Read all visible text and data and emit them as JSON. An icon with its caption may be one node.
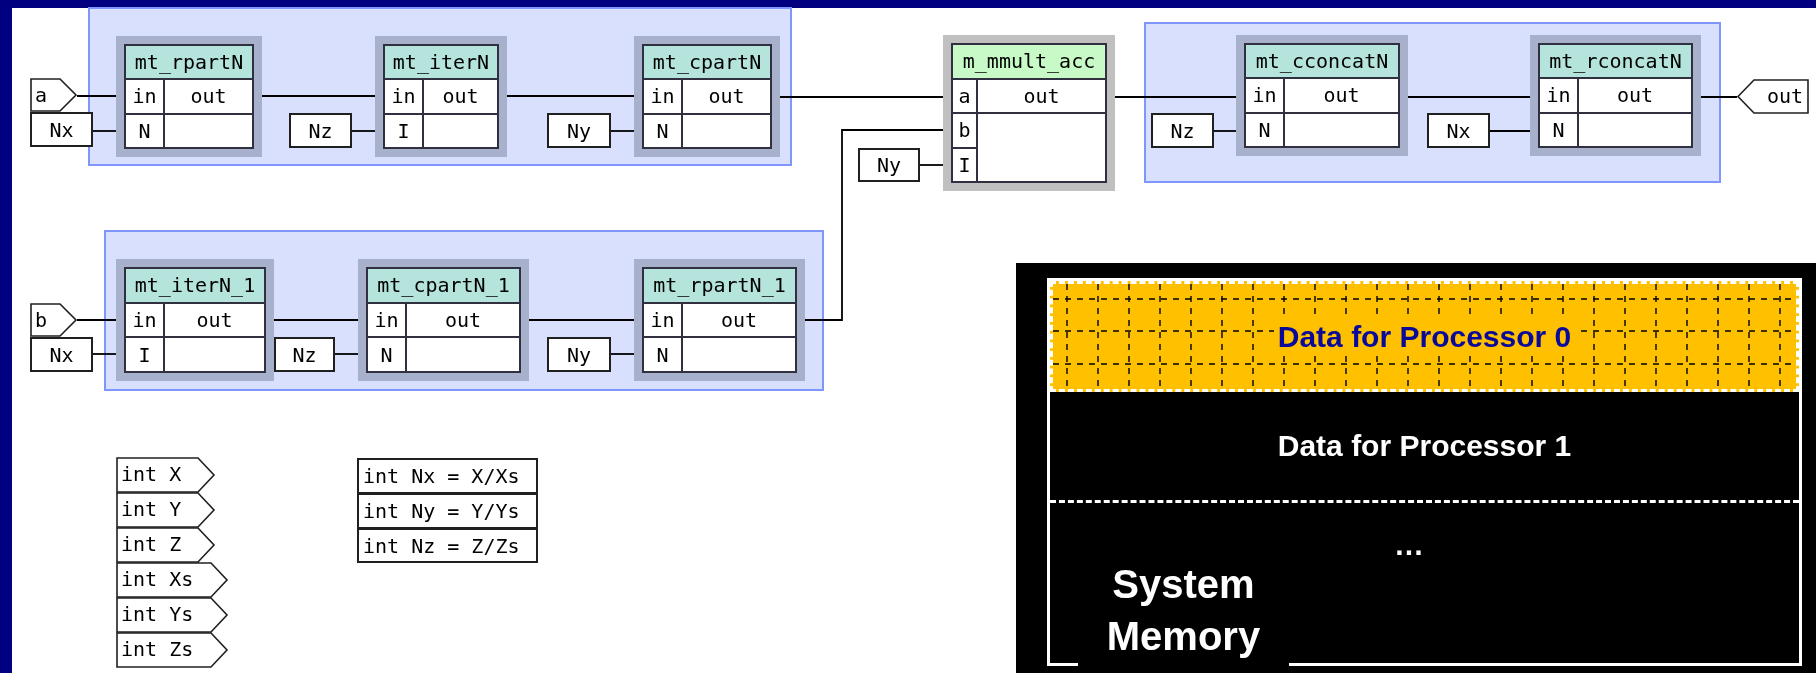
{
  "diagram": {
    "nodes": [
      {
        "text": [],
        "shape": "box"
      },
      {
        "text": [
          "a"
        ]
      },
      {
        "text": [
          "Nx"
        ]
      },
      {
        "text": [
          "mt_rpartN",
          "in",
          "out",
          "N"
        ],
        "in": 0
      },
      {
        "text": [
          "Nz"
        ],
        "in": 0
      },
      {
        "text": [
          "mt_iterN",
          "in",
          "out",
          "I"
        ],
        "in": 0
      },
      {
        "text": [
          "Ny"
        ],
        "in": 0
      },
      {
        "text": [
          "mt_cpartN",
          "in",
          "out",
          "N"
        ],
        "in": 0
      },
      {
        "text": [
          "m_mmult_acc",
          "a",
          "out",
          "b",
          "I"
        ]
      },
      {
        "text": [
          "Ny"
        ]
      },
      {
        "text": [],
        "shape": "box"
      },
      {
        "text": [
          "Nz"
        ],
        "in": 10
      },
      {
        "text": [
          "mt_cconcatN",
          "in",
          "out",
          "N"
        ],
        "in": 10
      },
      {
        "text": [
          "Nx"
        ],
        "in": 10
      },
      {
        "text": [
          "mt_rconcatN",
          "in",
          "out",
          "N"
        ],
        "in": 10
      },
      {
        "text": [
          "out"
        ]
      },
      {
        "text": [],
        "shape": "box"
      },
      {
        "text": [
          "b"
        ]
      },
      {
        "text": [
          "Nx"
        ]
      },
      {
        "text": [
          "mt_iterN_1",
          "in",
          "out",
          "I"
        ],
        "in": 16
      },
      {
        "text": [
          "Nz"
        ],
        "in": 16
      },
      {
        "text": [
          "mt_cpartN_1",
          "in",
          "out",
          "N"
        ],
        "in": 16
      },
      {
        "text": [
          "Ny"
        ],
        "in": 16
      },
      {
        "text": [
          "mt_rpartN_1",
          "in",
          "out",
          "N"
        ],
        "in": 16
      },
      {
        "text": [
          "int X"
        ]
      },
      {
        "text": [
          "int Y"
        ]
      },
      {
        "text": [
          "int Z"
        ]
      },
      {
        "text": [
          "int Xs"
        ]
      },
      {
        "text": [
          "int Ys"
        ]
      },
      {
        "text": [
          "int Zs"
        ]
      },
      {
        "text": [
          "int Nx = X/Xs"
        ]
      },
      {
        "text": [
          "int Ny = Y/Ys"
        ]
      },
      {
        "text": [
          "int Nz = Z/Zs"
        ]
      },
      {
        "text": [
          "System Memory"
        ]
      },
      {
        "text": [
          "Data for Processor 0"
        ],
        "in": 33
      },
      {
        "text": [
          "Data for Processor 1"
        ],
        "in": 33
      }
    ],
    "edges": [
      {
        "from": 1,
        "to": 3,
        "arrow": "none"
      },
      {
        "from": 2,
        "to": 3,
        "arrow": "none"
      },
      {
        "from": 3,
        "to": 5,
        "arrow": "none"
      },
      {
        "from": 4,
        "to": 5,
        "arrow": "none"
      },
      {
        "from": 5,
        "to": 7,
        "arrow": "none"
      },
      {
        "from": 6,
        "to": 7,
        "arrow": "none"
      },
      {
        "from": 7,
        "to": 8,
        "arrow": "none"
      },
      {
        "from": 9,
        "to": 8,
        "arrow": "none"
      },
      {
        "from": 23,
        "to": 8,
        "arrow": "none"
      },
      {
        "from": 8,
        "to": 12,
        "arrow": "none"
      },
      {
        "from": 11,
        "to": 12,
        "arrow": "none"
      },
      {
        "from": 12,
        "to": 14,
        "arrow": "none"
      },
      {
        "from": 13,
        "to": 14,
        "arrow": "none"
      },
      {
        "from": 14,
        "to": 15,
        "arrow": "none"
      },
      {
        "from": 17,
        "to": 19,
        "arrow": "none"
      },
      {
        "from": 18,
        "to": 19,
        "arrow": "none"
      },
      {
        "from": 19,
        "to": 21,
        "arrow": "none"
      },
      {
        "from": 20,
        "to": 21,
        "arrow": "none"
      },
      {
        "from": 21,
        "to": 23,
        "arrow": "none"
      },
      {
        "from": 22,
        "to": 23,
        "arrow": "none"
      }
    ],
    "labels": [
      "…"
    ]
  }
}
